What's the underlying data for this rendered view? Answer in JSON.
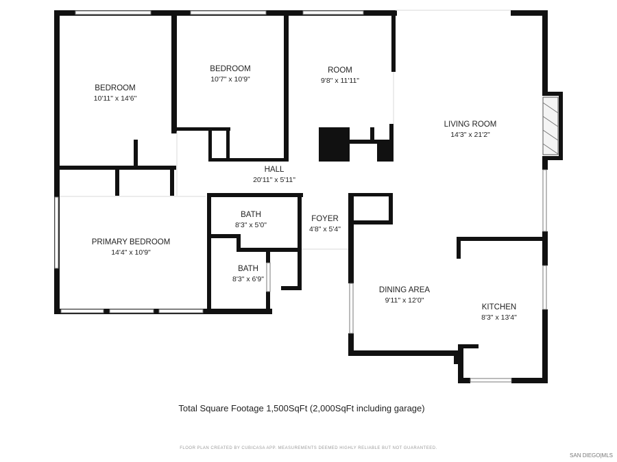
{
  "rooms": {
    "bedroom1": {
      "name": "BEDROOM",
      "dims": "10'11\" x 14'6\""
    },
    "bedroom2": {
      "name": "BEDROOM",
      "dims": "10'7\" x 10'9\""
    },
    "room": {
      "name": "ROOM",
      "dims": "9'8\" x 11'11\""
    },
    "living_room": {
      "name": "LIVING ROOM",
      "dims": "14'3\" x 21'2\""
    },
    "hall": {
      "name": "HALL",
      "dims": "20'11\" x 5'11\""
    },
    "primary_bedroom": {
      "name": "PRIMARY BEDROOM",
      "dims": "14'4\" x 10'9\""
    },
    "bath1": {
      "name": "BATH",
      "dims": "8'3\" x 5'0\""
    },
    "bath2": {
      "name": "BATH",
      "dims": "8'3\" x 6'9\""
    },
    "foyer": {
      "name": "FOYER",
      "dims": "4'8\" x 5'4\""
    },
    "dining_area": {
      "name": "DINING AREA",
      "dims": "9'11\" x 12'0\""
    },
    "kitchen": {
      "name": "KITCHEN",
      "dims": "8'3\" x 13'4\""
    }
  },
  "footer": {
    "total_footage": "Total Square Footage 1,500SqFt (2,000SqFt including garage)",
    "disclaimer": "FLOOR PLAN CREATED BY CUBICASA APP. MEASUREMENTS DEEMED HIGHLY RELIABLE BUT NOT GUARANTEED.",
    "brand": "SAN DIEGO|MLS"
  }
}
